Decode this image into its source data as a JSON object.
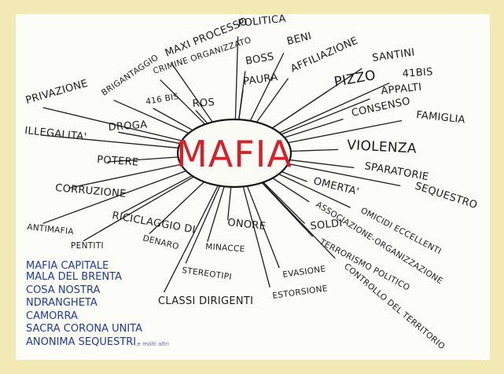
{
  "center": {
    "label": "MAFIA",
    "color": "#d2222c"
  },
  "spokes": [
    {
      "id": "maxi-processo",
      "label": "MAXI PROCESSO"
    },
    {
      "id": "politica",
      "label": "POLITICA"
    },
    {
      "id": "beni",
      "label": "BENI"
    },
    {
      "id": "affiliazione",
      "label": "AFFILIAZIONE"
    },
    {
      "id": "boss",
      "label": "BOSS"
    },
    {
      "id": "paura",
      "label": "PAURA"
    },
    {
      "id": "santini",
      "label": "SANTINI"
    },
    {
      "id": "41bis",
      "label": "41BIS"
    },
    {
      "id": "pizzo",
      "label": "PIZZO"
    },
    {
      "id": "appalti",
      "label": "APPALTI"
    },
    {
      "id": "consenso",
      "label": "CONSENSO"
    },
    {
      "id": "famiglia",
      "label": "FAMIGLIA"
    },
    {
      "id": "violenza",
      "label": "VIOLENZA"
    },
    {
      "id": "sparatorie",
      "label": "SPARATORIE"
    },
    {
      "id": "sequestro",
      "label": "SEQUESTRO"
    },
    {
      "id": "omerta",
      "label": "OMERTA'"
    },
    {
      "id": "omicidi-eccellenti",
      "label": "OMICIDI ECCELLENTI"
    },
    {
      "id": "associazione",
      "label": "ASSOCIAZIONE-ORGANIZZAZIONE"
    },
    {
      "id": "soldi",
      "label": "SOLDI"
    },
    {
      "id": "terrorismo",
      "label": "TERRORISMO POLITICO"
    },
    {
      "id": "controllo",
      "label": "CONTROLLO DEL TERRITORIO"
    },
    {
      "id": "evasione",
      "label": "EVASIONE"
    },
    {
      "id": "estorsione",
      "label": "ESTORSIONE"
    },
    {
      "id": "onore",
      "label": "ONORE"
    },
    {
      "id": "minacce",
      "label": "MINACCE"
    },
    {
      "id": "stereotipi",
      "label": "STEREOTIPI"
    },
    {
      "id": "classi-dirigenti",
      "label": "CLASSI DIRIGENTI"
    },
    {
      "id": "riciclaggio",
      "label": "RICICLAGGIO DI"
    },
    {
      "id": "denaro",
      "label": "DENARO"
    },
    {
      "id": "pentiti",
      "label": "PENTITI"
    },
    {
      "id": "antimafia",
      "label": "ANTIMAFIA"
    },
    {
      "id": "corruzione",
      "label": "CORRUZIONE"
    },
    {
      "id": "potere",
      "label": "POTERE"
    },
    {
      "id": "illegalita",
      "label": "ILLEGALITA'"
    },
    {
      "id": "droga",
      "label": "DROGA"
    },
    {
      "id": "privazione",
      "label": "PRIVAZIONE"
    },
    {
      "id": "brigantaggio",
      "label": "BRIGANTAGGIO"
    },
    {
      "id": "crimine-organizzato",
      "label": "CRIMINE ORGANIZZATO"
    },
    {
      "id": "416bis",
      "label": "416 BIS"
    },
    {
      "id": "ros",
      "label": "ROS"
    }
  ],
  "blue_list": {
    "items": [
      "MAFIA CAPITALE",
      "MALA DEL BRENTA",
      "COSA NOSTRA",
      "NDRANGHETA",
      "CAMORRA",
      "SACRA CORONA UNITA",
      "ANONIMA SEQUESTRI"
    ],
    "suffix": "...e molti altri",
    "color": "#1f3a9a"
  }
}
